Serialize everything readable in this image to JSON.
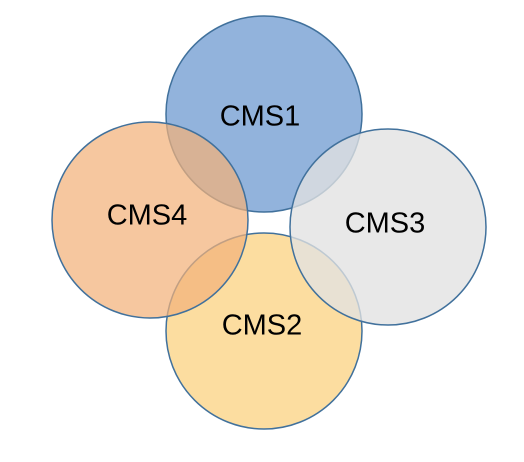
{
  "diagram": {
    "circles": [
      {
        "id": "cms1",
        "label": "CMS1",
        "fill": "#7fa6d6",
        "opacity": 0.85
      },
      {
        "id": "cms2",
        "label": "CMS2",
        "fill": "#fbd68b",
        "opacity": 0.82
      },
      {
        "id": "cms3",
        "label": "CMS3",
        "fill": "#e2e2e2",
        "opacity": 0.78
      },
      {
        "id": "cms4",
        "label": "CMS4",
        "fill": "#f2b27a",
        "opacity": 0.72
      }
    ],
    "stroke_color": "#41719c"
  }
}
